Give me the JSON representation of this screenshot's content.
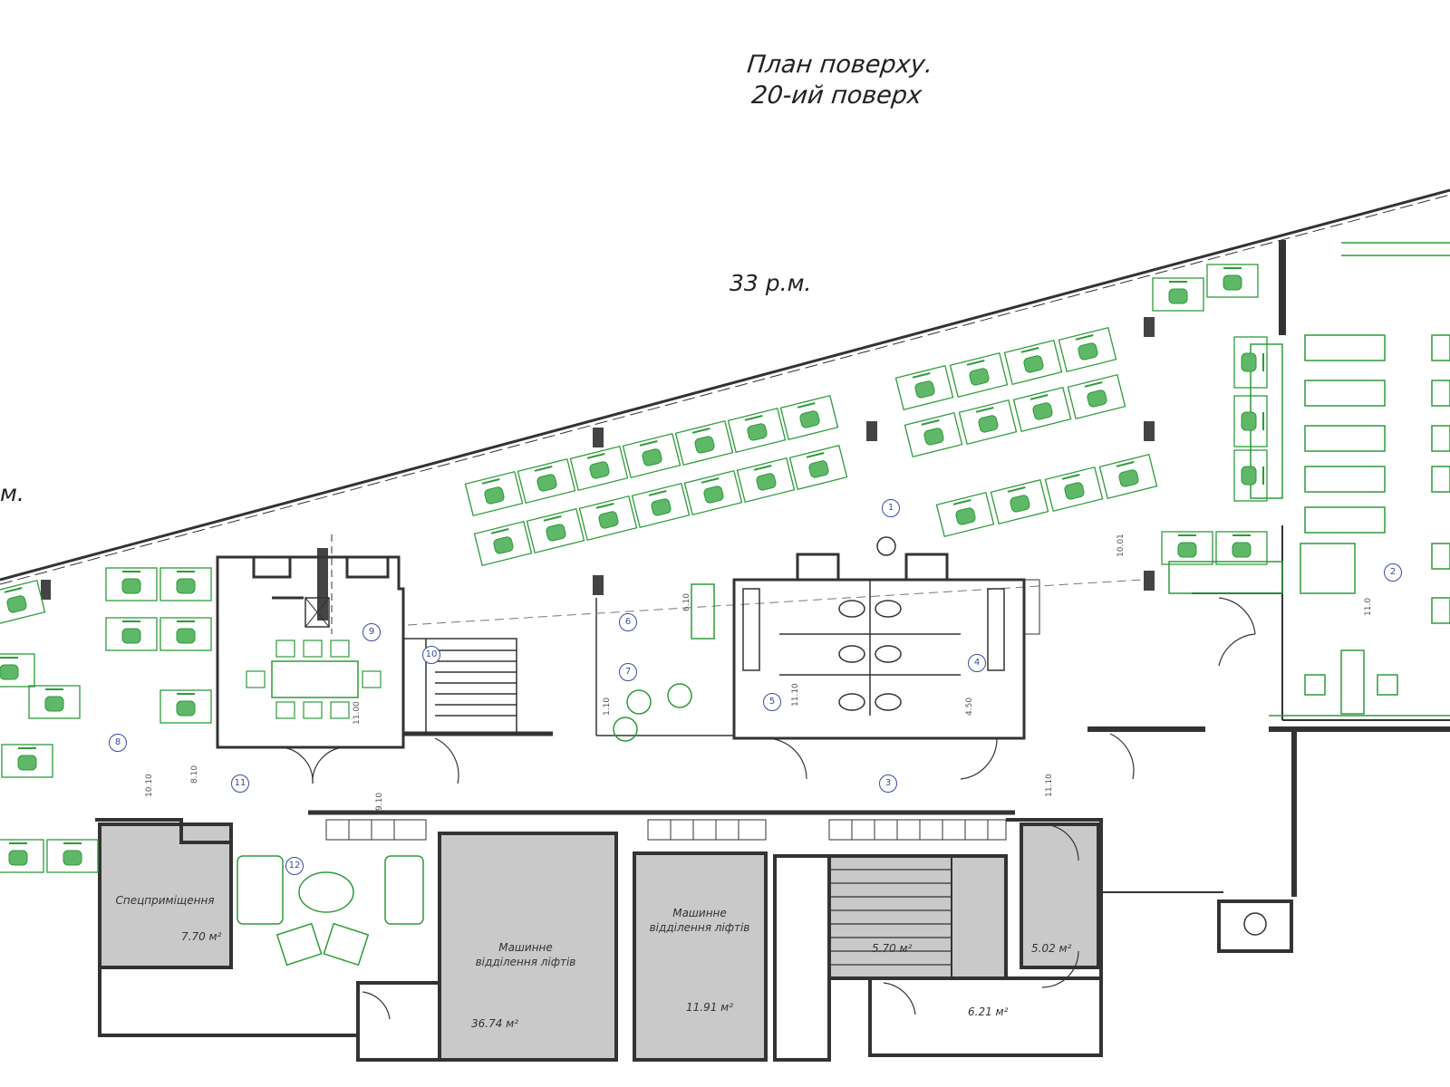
{
  "title": {
    "line1": "План поверху.",
    "line2": "20-ий поверх"
  },
  "seat_labels": {
    "center": "33 р.м.",
    "left": "м."
  },
  "rooms": {
    "server": {
      "name": "Спецприміщення",
      "area": "7.70 м²"
    },
    "lift_hall_large": {
      "name": "Машинне відділення ліфтів",
      "area": "36.74 м²"
    },
    "lift_hall_small": {
      "name": "Машинне відділення ліфтів",
      "area": "11.91 м²"
    },
    "stair_area": "5.70 м²",
    "room_right_a": "5.02 м²",
    "room_right_b": "6.21 м²"
  },
  "small_areas": [
    "10.10",
    "9.10",
    "6.10",
    "11.00",
    "10.01",
    "11.10",
    "11.10",
    "8.10",
    "4.50",
    "1.10",
    "11.0"
  ],
  "markers": [
    "1",
    "2",
    "3",
    "4",
    "5",
    "6",
    "7",
    "8",
    "9",
    "10",
    "11",
    "12"
  ],
  "colors": {
    "furniture": "#2e9a3c",
    "wall_fill": "#c9c9c9",
    "wall_stroke": "#333333",
    "marker": "#3a4aa0"
  }
}
